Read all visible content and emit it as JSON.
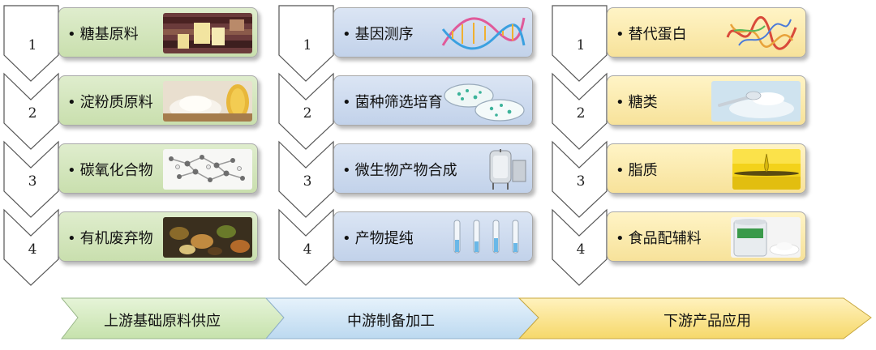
{
  "columns": [
    {
      "theme": "green",
      "rows": [
        {
          "num": "1",
          "label": "糖基原料",
          "image": "sugarcane-image"
        },
        {
          "num": "2",
          "label": "淀粉质原料",
          "image": "starch-corn-image"
        },
        {
          "num": "3",
          "label": "碳氧化合物",
          "image": "molecule-image"
        },
        {
          "num": "4",
          "label": "有机废弃物",
          "image": "organic-waste-image"
        }
      ]
    },
    {
      "theme": "blue",
      "rows": [
        {
          "num": "1",
          "label": "基因测序",
          "image": "dna-helix-image"
        },
        {
          "num": "2",
          "label": "菌种筛选培育",
          "image": "petri-dish-image"
        },
        {
          "num": "3",
          "label": "微生物产物合成",
          "image": "bioreactor-image"
        },
        {
          "num": "4",
          "label": "产物提纯",
          "image": "test-tubes-image"
        }
      ]
    },
    {
      "theme": "yellow",
      "rows": [
        {
          "num": "1",
          "label": "替代蛋白",
          "image": "protein-structure-image"
        },
        {
          "num": "2",
          "label": "糖类",
          "image": "sugar-spoon-image"
        },
        {
          "num": "3",
          "label": "脂质",
          "image": "oil-drop-image"
        },
        {
          "num": "4",
          "label": "食品配辅料",
          "image": "food-additive-image"
        }
      ]
    }
  ],
  "bullet": "•",
  "stages": [
    {
      "label": "上游基础原料供应",
      "color": "#d6ebc4"
    },
    {
      "label": "中游制备加工",
      "color": "#d3e6f6"
    },
    {
      "label": "下游产品应用",
      "color": "#fbe59a"
    }
  ],
  "colors": {
    "green_box": "#d3e6bd",
    "blue_box": "#cfdcef",
    "yellow_box": "#fbe9ab",
    "chevron_stroke": "#555555"
  }
}
